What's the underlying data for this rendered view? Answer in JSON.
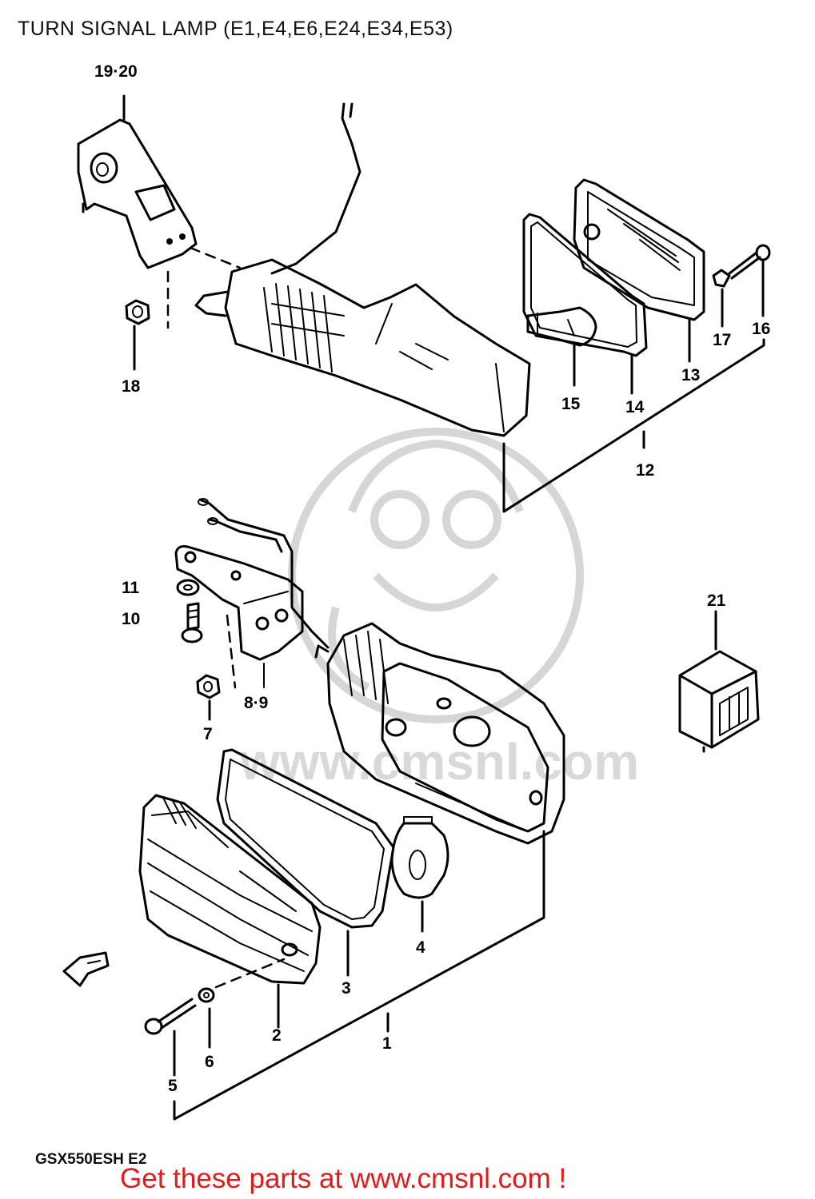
{
  "title": "TURN SIGNAL LAMP (E1,E4,E6,E24,E34,E53)",
  "model_code": "GSX550ESH E2",
  "footer_text": "Get these parts at www.cmsnl.com !",
  "watermark_text": "www.cmsnl.com",
  "parts": [
    {
      "id": "p1",
      "label": "1"
    },
    {
      "id": "p2",
      "label": "2"
    },
    {
      "id": "p3",
      "label": "3"
    },
    {
      "id": "p4",
      "label": "4"
    },
    {
      "id": "p5",
      "label": "5"
    },
    {
      "id": "p6",
      "label": "6"
    },
    {
      "id": "p7",
      "label": "7"
    },
    {
      "id": "p89",
      "label": "8·9"
    },
    {
      "id": "p10",
      "label": "10"
    },
    {
      "id": "p11",
      "label": "11"
    },
    {
      "id": "p12",
      "label": "12"
    },
    {
      "id": "p13",
      "label": "13"
    },
    {
      "id": "p14",
      "label": "14"
    },
    {
      "id": "p15",
      "label": "15"
    },
    {
      "id": "p16",
      "label": "16"
    },
    {
      "id": "p17",
      "label": "17"
    },
    {
      "id": "p18",
      "label": "18"
    },
    {
      "id": "p1920",
      "label": "19·20"
    },
    {
      "id": "p21",
      "label": "21"
    }
  ],
  "colors": {
    "line": "#000000",
    "footer": "#e11b1b",
    "watermark": "#d6d6d6"
  }
}
